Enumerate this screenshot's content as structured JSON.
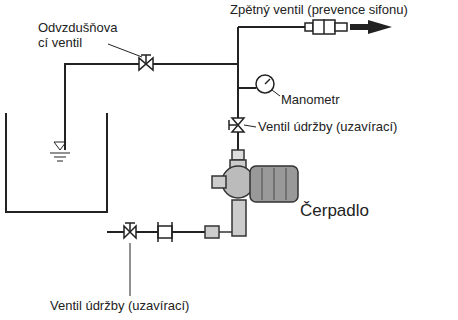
{
  "diagram": {
    "labels": [
      "Zpětný ventil (prevence sifonu)",
      "Odvzdušňova cí ventil",
      "Manometr",
      "Ventil údržby (uzavírací)",
      "Čerpadlo",
      "Ventil údržby (uzavírací)"
    ]
  }
}
